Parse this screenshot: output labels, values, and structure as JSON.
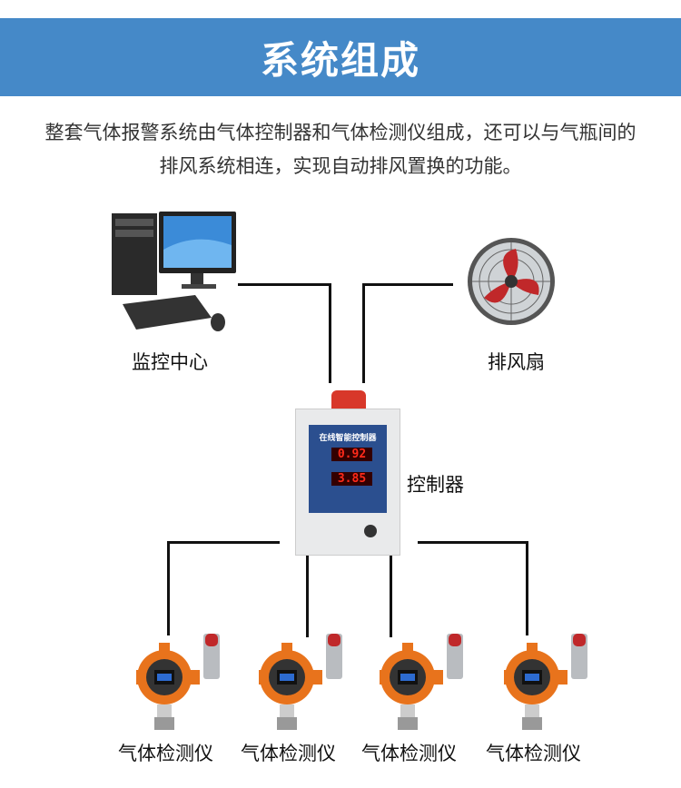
{
  "header": {
    "title": "系统组成"
  },
  "description": "整套气体报警系统由气体控制器和气体检测仪组成，还可以与气瓶间的排风系统相连，实现自动排风置换的功能。",
  "nodes": {
    "monitor_center": "监控中心",
    "exhaust_fan": "排风扇",
    "controller": "控制器",
    "detectors": [
      "气体检测仪",
      "气体检测仪",
      "气体检测仪",
      "气体检测仪"
    ]
  },
  "controller_device": {
    "panel_title": "在线智能控制器",
    "display_1": "0.92",
    "display_2": "3.85"
  },
  "colors": {
    "banner": "#4589c8",
    "panel": "#2b4f8f",
    "display": "#ff2a1a",
    "detector": "#e8731c"
  }
}
